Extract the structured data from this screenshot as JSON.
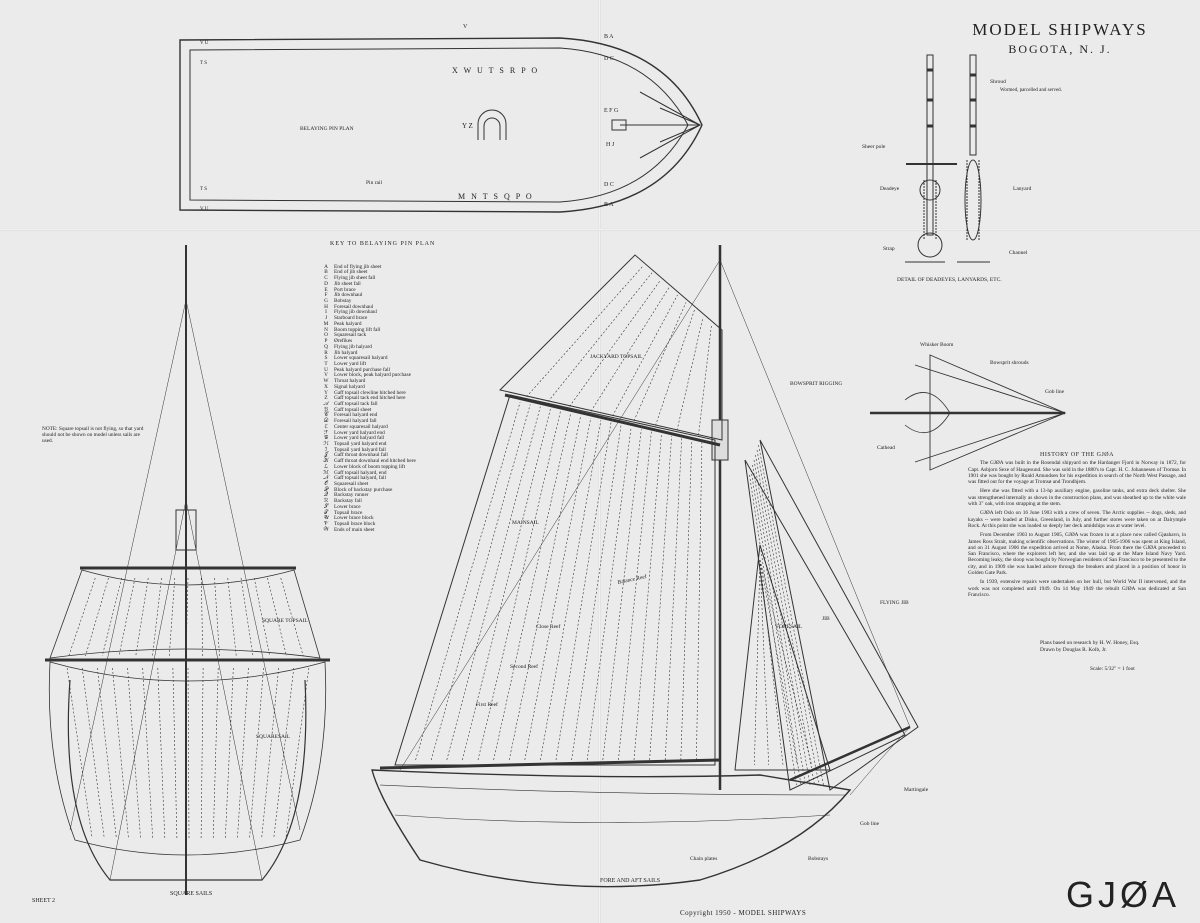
{
  "header": {
    "company": "MODEL SHIPWAYS",
    "location": "BOGOTA, N. J."
  },
  "title": "GJØA",
  "copyright": "Copyright 1950 - MODEL SHIPWAYS",
  "sheet": "SHEET 2",
  "pin_plan": {
    "label": "BELAYING PIN PLAN",
    "pin_rail": "Pin rail",
    "top_row": "X W U T S R P O",
    "bottom_row": "M N T S Q P O",
    "center_letters": "Y Z",
    "bow_letters": [
      "B A",
      "D C",
      "E F G",
      "H J",
      "D C",
      "B A"
    ],
    "stern_letters": [
      "V U",
      "T S",
      "T S",
      "V U"
    ],
    "top_mark": "V"
  },
  "key": {
    "title": "KEY TO BELAYING PIN PLAN",
    "items": [
      [
        "A",
        "End of flying jib sheet"
      ],
      [
        "B",
        "End of jib sheet"
      ],
      [
        "C",
        "Flying jib sheet fall"
      ],
      [
        "D",
        "Jib sheet fall"
      ],
      [
        "E",
        "Port brace"
      ],
      [
        "F",
        "Jib downhaul"
      ],
      [
        "G",
        "Bobstay"
      ],
      [
        "H",
        "Foresail downhaul"
      ],
      [
        "I",
        "Flying jib downhaul"
      ],
      [
        "J",
        "Starboard brace"
      ],
      [
        "M",
        "Peak halyard"
      ],
      [
        "N",
        "Boom topping lift fall"
      ],
      [
        "O",
        "Squaresail tack"
      ],
      [
        "P",
        "Ørefikes"
      ],
      [
        "Q",
        "Flying jib halyard"
      ],
      [
        "R",
        "Jib halyard"
      ],
      [
        "S",
        "Lower squaresail halyard"
      ],
      [
        "T",
        "Lower yard lift"
      ],
      [
        "U",
        "Peak halyard purchase fall"
      ],
      [
        "V",
        "Lower block, peak halyard purchase"
      ],
      [
        "W",
        "Throat halyard"
      ],
      [
        "X",
        "Signal halyard"
      ],
      [
        "Y",
        "Gaff topsail clewline hitched here"
      ],
      [
        "Z",
        "Gaff topsail tack end hitched here"
      ],
      [
        "𝒜",
        "Gaff topsail tack fall"
      ],
      [
        "ℬ",
        "Gaff topsail sheet"
      ],
      [
        "𝒞",
        "Foresail halyard end"
      ],
      [
        "𝒟",
        "Foresail halyard fall"
      ],
      [
        "ℰ",
        "Center squaresail halyard"
      ],
      [
        "ℱ",
        "Lower yard halyard end"
      ],
      [
        "𝒢",
        "Lower yard halyard fall"
      ],
      [
        "ℋ",
        "Topsail yard halyard end"
      ],
      [
        "ℐ",
        "Topsail yard halyard fall"
      ],
      [
        "𝒥",
        "Gaff throat downhaul fall"
      ],
      [
        "𝒦",
        "Gaff throat downhaul end hitched here"
      ],
      [
        "ℒ",
        "Lower block of boom topping lift"
      ],
      [
        "ℳ",
        "Gaff topsail halyard, end"
      ],
      [
        "𝒩",
        "Gaff topsail halyard, fall"
      ],
      [
        "𝒪",
        "Squaresail sheet"
      ],
      [
        "𝒫",
        "Block of backstay purchase"
      ],
      [
        "𝒬",
        "Backstay runner"
      ],
      [
        "ℛ",
        "Backstay fall"
      ],
      [
        "𝒮",
        "Lower brace"
      ],
      [
        "𝒯",
        "Topsail brace"
      ],
      [
        "𝒰",
        "Lower brace block"
      ],
      [
        "𝒱",
        "Topsail brace block"
      ],
      [
        "𝒲",
        "Ends of main sheet"
      ]
    ]
  },
  "note": "NOTE: Square topsail is not flying, so that yard should not be shown on model unless sails are used.",
  "square_sails": {
    "caption": "SQUARE SAILS",
    "topsail": "SQUARE TOPSAIL",
    "squaresail": "SQUARESAIL"
  },
  "fore_aft": {
    "caption": "FORE AND AFT SAILS",
    "jackyard_topsail": "JACKYARD TOPSAIL",
    "mainsail": "MAINSAIL",
    "foresail": "FORESAIL",
    "jib": "JIB",
    "flying_jib": "FLYING JIB",
    "reefs": [
      "Balance Reef",
      "Close Reef",
      "Second Reef",
      "First Reef"
    ],
    "chain_plates": "Chain plates",
    "bobstays": "Bobstays",
    "gob_line": "Gob line",
    "martingale": "Martingale"
  },
  "deadeyes": {
    "caption": "DETAIL OF DEADEYES, LANYARDS, ETC.",
    "shroud": "Shroud",
    "shroud_note": "Wormed, parcelled and served.",
    "sheer_pole": "Sheer pole",
    "deadeye": "Deadeye",
    "lanyard": "Lanyard",
    "strap": "Strap",
    "channel": "Channel"
  },
  "bowsprit": {
    "title": "BOWSPRIT RIGGING",
    "whisker_boom": "Whisker Boom",
    "shrouds": "Bowsprit shrouds",
    "gob_line": "Gob line",
    "cathead": "Cathead"
  },
  "history": {
    "title": "HISTORY OF THE GJØA",
    "paragraphs": [
      "The GJØA was built in the Rosendal shipyard on the Hardanger Fjord in Norway in 1872, for Capt. Asbjorn Sexe of Haugesund. She was sold in the 1880's to Capt. H. C. Johannesen of Tromsø. In 1901 she was bought by Roald Amundsen for his expedition in search of the North West Passage, and was fitted out for the voyage at Tromsø and Trondhjem.",
      "Here she was fitted with a 13-hp auxiliary engine, gasoline tanks, and extra deck shelter. She was strengthened internally as shown in the construction plans, and was sheathed up to the white wale with 3\" oak, with iron strapping at the stem.",
      "GJØA left Oslo on 16 June 1903 with a crew of seven. The Arctic supplies -- dogs, sleds, and kayaks -- were loaded at Disko, Greenland, in July, and further stores were taken on at Dalrymple Rock. At this point she was loaded so deeply her deck amidships was at water level.",
      "From December 1903 to August 1905, GJØA was frozen in at a place now called Gjøahavn, in James Ross Strait, making scientific observations. The winter of 1905-1906 was spent at King Island, and on 31 August 1906 the expedition arrived at Nome, Alaska. From there the GJØA proceeded to San Francisco, where the explorers left her, and she was laid up at the Mare Island Navy Yard. Becoming leaky, the sloop was bought by Norwegian residents of San Francisco to be presented to the city, and in 1909 she was hauled ashore through the breakers and placed in a position of honor in Golden Gate Park.",
      "In 1939, extensive repairs were undertaken on her hull, but World War II intervened, and the work was not completed until 1949. On 14 May 1949 the rebuilt GJØA was dedicated at San Francisco."
    ]
  },
  "credits": {
    "research": "Plans based on research by H. W. Honey, Esq.",
    "drawn": "Drawn by Douglas R. Kolb, Jr.",
    "scale": "Scale: 5/32\" = 1 foot"
  }
}
